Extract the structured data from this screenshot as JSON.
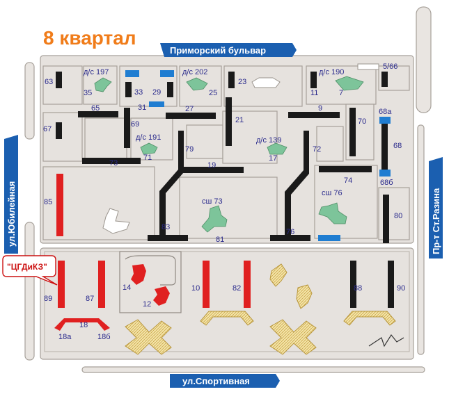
{
  "title": "8 квартал",
  "streets": {
    "primorsky": "Приморский бульвар",
    "yubileynaya": "ул.Юбилейная",
    "razina": "Пр-т Ст.Разина",
    "sportivnaya": "ул.Спортивная"
  },
  "callout": "\"ЦГДиКЗ\"",
  "colors": {
    "block": "#e6e2de",
    "edge": "#a7a19a",
    "building": "#1a1a1a",
    "highlight": "#e02020",
    "kindergarten": "#7dc49a",
    "school_hatch": "#f0d88c",
    "blue": "#1f7dd1",
    "street_sign": "#1b5fb0",
    "title": "#f07c1a"
  },
  "labels": {
    "b63": "63",
    "b35": "35",
    "ds197": "д/с 197",
    "b33": "33",
    "b29": "29",
    "ds202": "д/с 202",
    "b25": "25",
    "b23": "23",
    "ds190": "д/с 190",
    "b11": "11",
    "b7": "7",
    "b566": "5/66",
    "b31": "31",
    "b65": "65",
    "b27": "27",
    "b9": "9",
    "b69": "69",
    "b21": "21",
    "b67": "67",
    "b70": "70",
    "b68a": "68а",
    "b68": "68",
    "ds191": "д/с 191",
    "b71": "71",
    "b79": "79",
    "ds139": "д/с 139",
    "b17": "17",
    "b72": "72",
    "b73": "73",
    "b19": "19",
    "b74": "74",
    "b686": "68б",
    "b85": "85",
    "sh73": "сш 73",
    "sh76": "сш 76",
    "b80": "80",
    "b83": "83",
    "b81": "81",
    "b76": "76",
    "b89": "89",
    "b87": "87",
    "b14": "14",
    "b10": "10",
    "b82": "82",
    "b88": "88",
    "b90": "90",
    "b12": "12",
    "b18": "18",
    "b18a": "18а",
    "b18b": "18б"
  }
}
